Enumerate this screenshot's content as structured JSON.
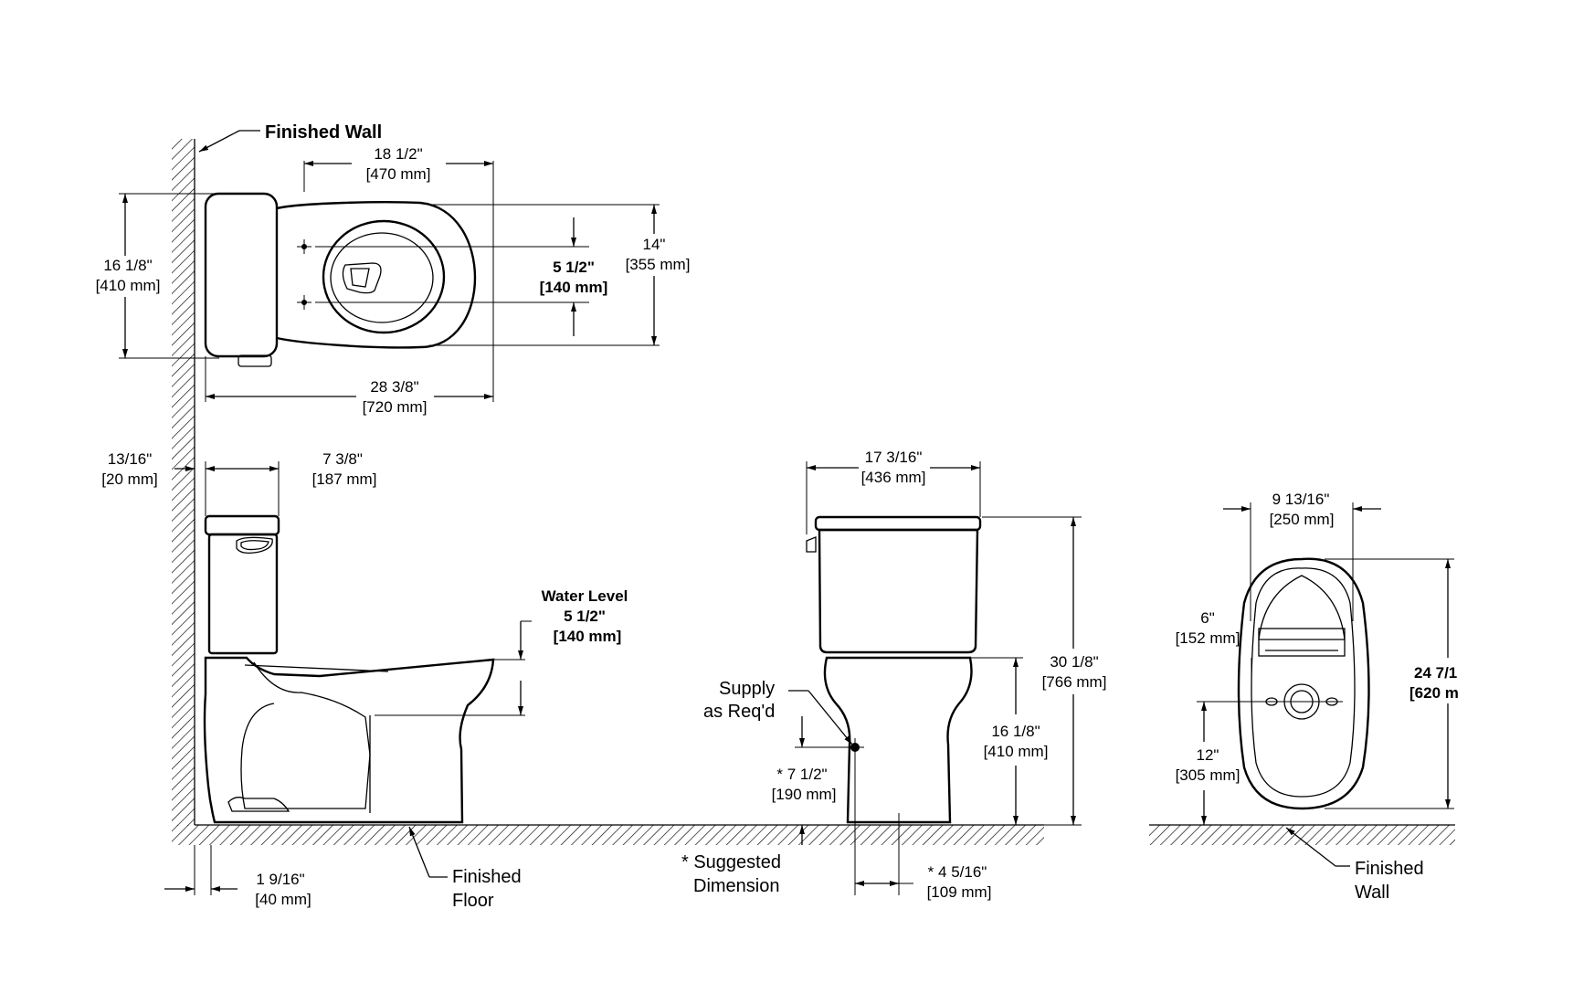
{
  "labels": {
    "finished_wall_top": "Finished Wall",
    "water_level_title": "Water Level",
    "supply_line1": "Supply",
    "supply_line2": "as Req'd",
    "suggested_line1": "* Suggested",
    "suggested_line2": "Dimension",
    "finished_floor_line1": "Finished",
    "finished_floor_line2": "Floor",
    "finished_wall_right_line1": "Finished",
    "finished_wall_right_line2": "Wall"
  },
  "dimensions": {
    "top_width": {
      "inch": "18 1/2\"",
      "mm": "[470 mm]"
    },
    "top_depth": {
      "inch": "16 1/8\"",
      "mm": "[410 mm]"
    },
    "bolt_spacing": {
      "inch": "5 1/2\"",
      "mm": "[140 mm]"
    },
    "bowl_width": {
      "inch": "14\"",
      "mm": "[355 mm]"
    },
    "overall_length": {
      "inch": "28 3/8\"",
      "mm": "[720 mm]"
    },
    "wall_gap": {
      "inch": "13/16\"",
      "mm": "[20 mm]"
    },
    "tank_depth": {
      "inch": "7 3/8\"",
      "mm": "[187 mm]"
    },
    "water_level": {
      "inch": "5 1/2\"",
      "mm": "[140 mm]"
    },
    "rough_in": {
      "inch": "1 9/16\"",
      "mm": "[40 mm]"
    },
    "tank_width": {
      "inch": "17 3/16\"",
      "mm": "[436 mm]"
    },
    "overall_height": {
      "inch": "30 1/8\"",
      "mm": "[766 mm]"
    },
    "seat_height": {
      "inch": "16 1/8\"",
      "mm": "[410 mm]"
    },
    "supply_height": {
      "inch": "* 7 1/2\"",
      "mm": "[190 mm]"
    },
    "supply_offset": {
      "inch": "* 4 5/16\"",
      "mm": "[109 mm]"
    },
    "bowl_top_width": {
      "inch": "9 13/16\"",
      "mm": "[250 mm]"
    },
    "outlet_offset": {
      "inch": "6\"",
      "mm": "[152 mm]"
    },
    "outlet_height": {
      "inch": "12\"",
      "mm": "[305 mm]"
    },
    "bowl_length": {
      "inch": "24 7/1",
      "mm": "[620 m"
    }
  }
}
